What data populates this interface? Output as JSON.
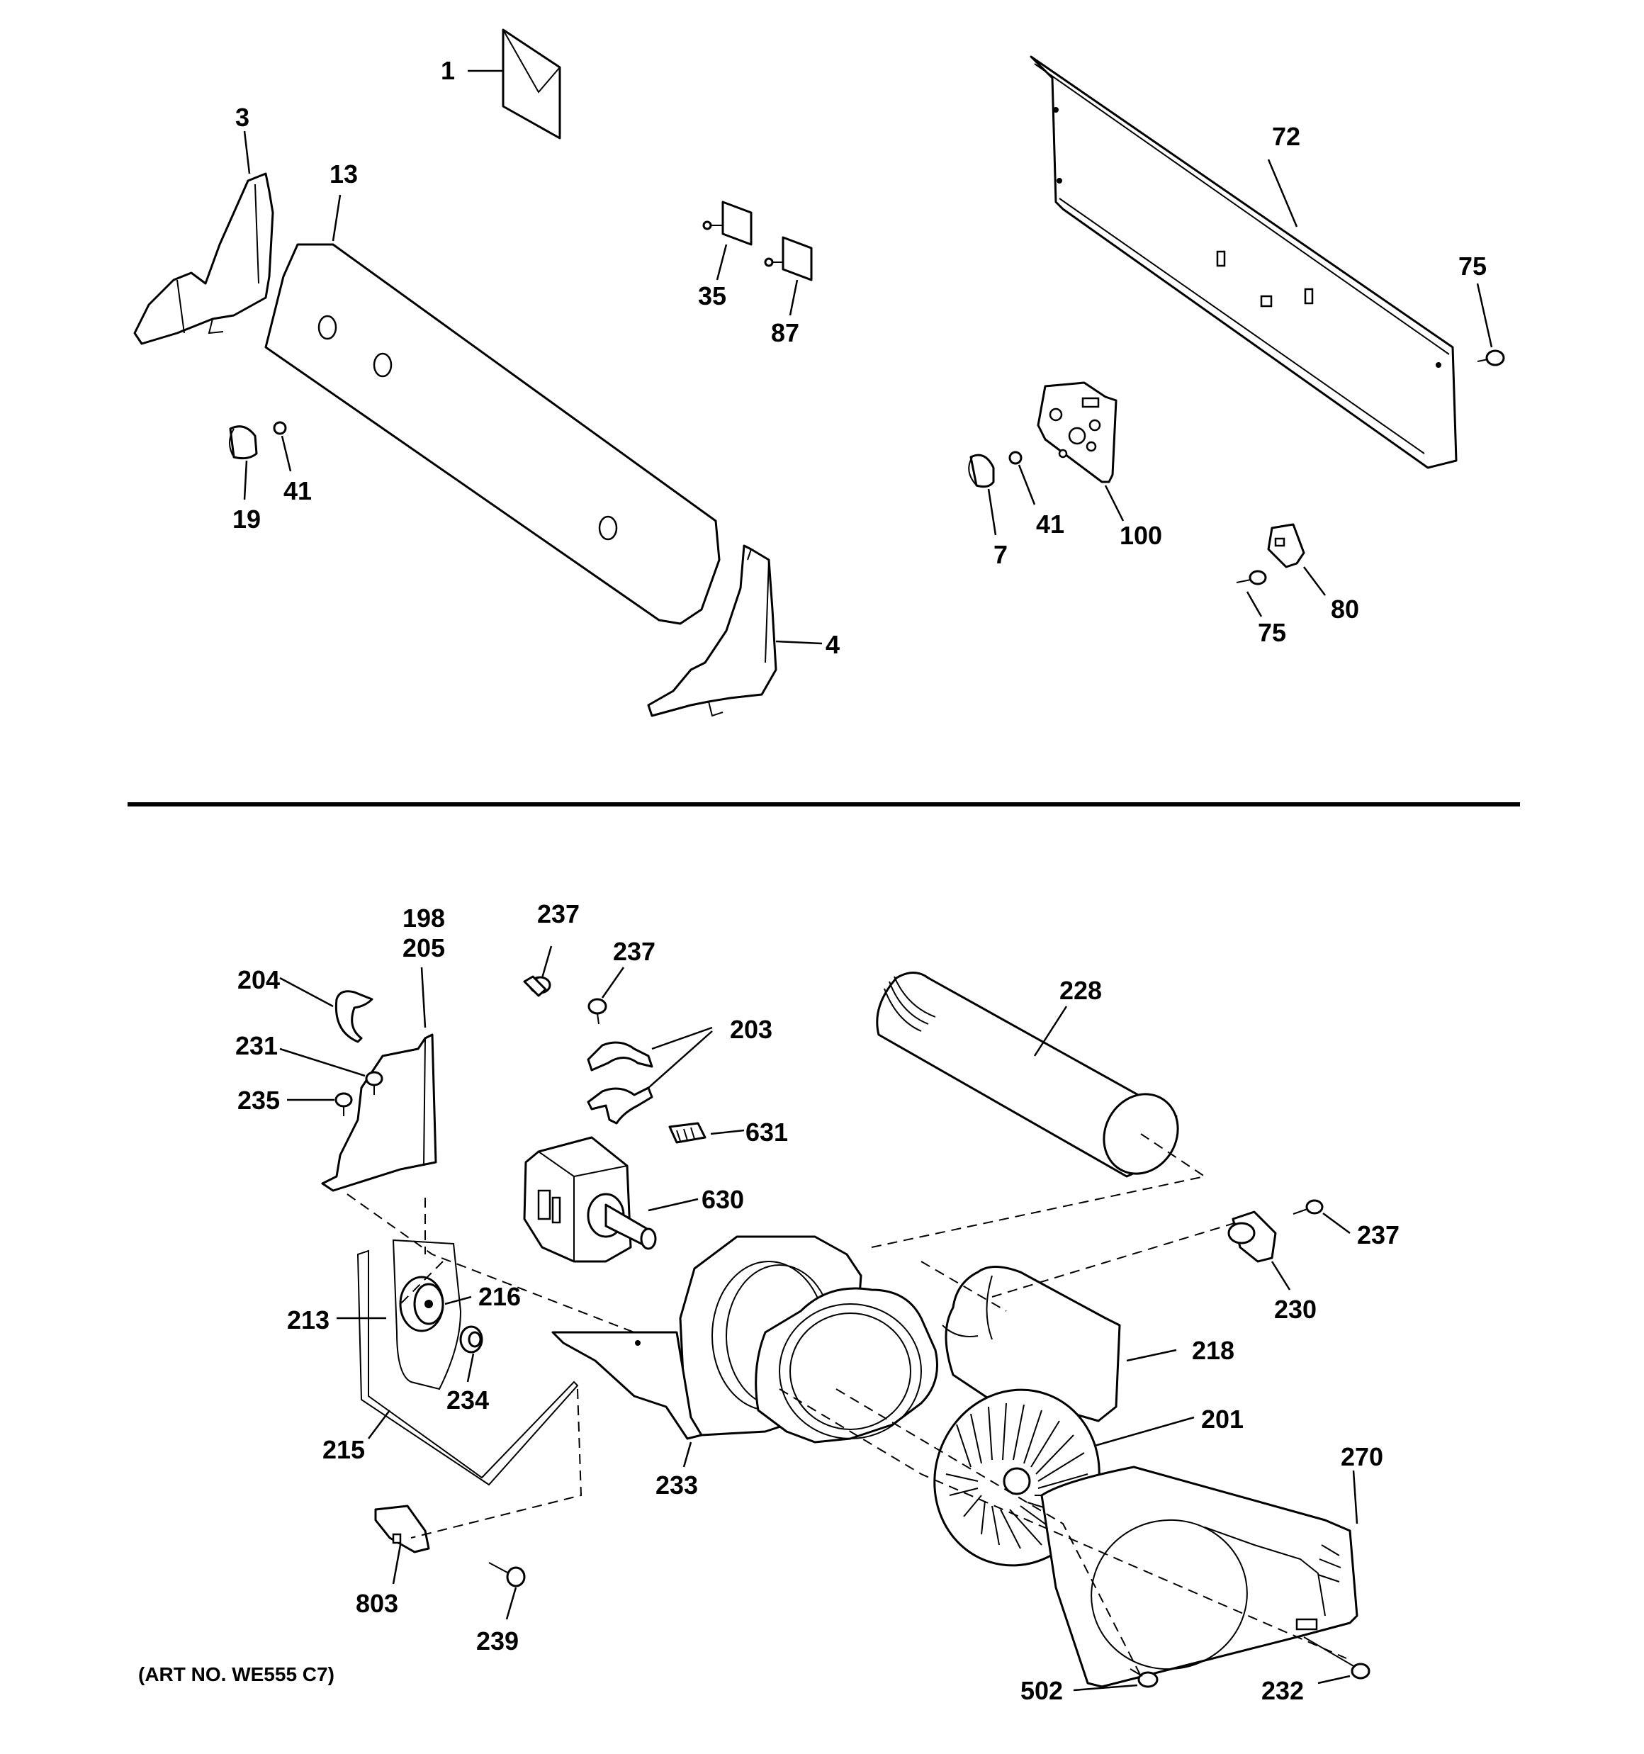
{
  "diagram": {
    "art_number": "(ART NO. WE555 C7)",
    "callouts": {
      "c1": "1",
      "c3": "3",
      "c13": "13",
      "c35": "35",
      "c87": "87",
      "c72": "72",
      "c75a": "75",
      "c19": "19",
      "c41a": "41",
      "c4": "4",
      "c7": "7",
      "c41b": "41",
      "c100": "100",
      "c80": "80",
      "c75b": "75",
      "c198": "198",
      "c205": "205",
      "c204": "204",
      "c231": "231",
      "c235": "235",
      "c237a": "237",
      "c237b": "237",
      "c203": "203",
      "c631": "631",
      "c630": "630",
      "c228": "228",
      "c237c": "237",
      "c230": "230",
      "c216": "216",
      "c213": "213",
      "c234": "234",
      "c215": "215",
      "c233": "233",
      "c218": "218",
      "c201": "201",
      "c270": "270",
      "c803": "803",
      "c239": "239",
      "c502": "502",
      "c232": "232"
    }
  }
}
